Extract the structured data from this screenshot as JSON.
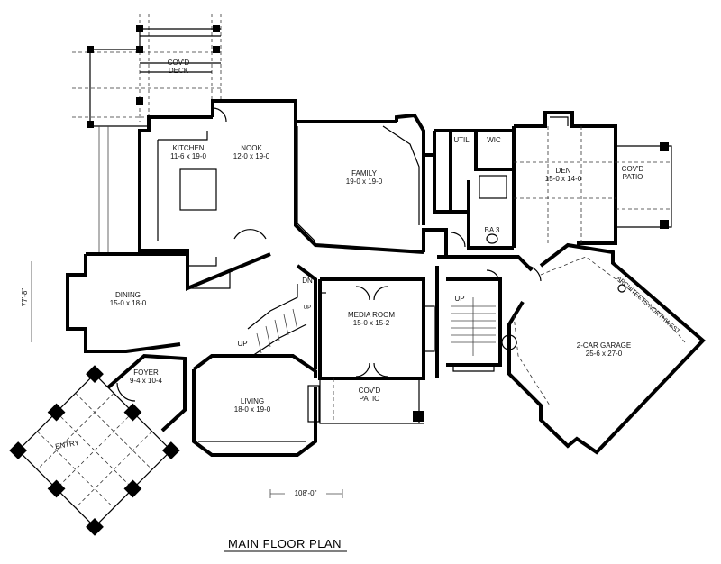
{
  "plan": {
    "title": "MAIN FLOOR PLAN",
    "width_dimension": "108'-0\"",
    "depth_dimension": "77'-8\"",
    "logo_text": "ARCHITECTS NORTHWEST",
    "rooms": [
      {
        "name": "COV'D",
        "name2": "DECK",
        "size": ""
      },
      {
        "name": "KITCHEN",
        "size": "11-6 x 19-0"
      },
      {
        "name": "NOOK",
        "size": "12-0 x 19-0"
      },
      {
        "name": "FAMILY",
        "size": "19-0 x 19-0"
      },
      {
        "name": "UTIL",
        "size": ""
      },
      {
        "name": "WIC",
        "size": ""
      },
      {
        "name": "DEN",
        "size": "15-0 x 14-0"
      },
      {
        "name": "COV'D",
        "name2": "PATIO",
        "size": ""
      },
      {
        "name": "BA 3",
        "size": ""
      },
      {
        "name": "DINING",
        "size": "15-0 x 18-0"
      },
      {
        "name": "MEDIA ROOM",
        "size": "15-0 x 15-2"
      },
      {
        "name": "2-CAR GARAGE",
        "size": "25-6 x 27-0"
      },
      {
        "name": "FOYER",
        "size": "9-4 x 10-4"
      },
      {
        "name": "LIVING",
        "size": "18-0 x 19-0"
      },
      {
        "name": "COV'D",
        "name2": "PATIO",
        "size": ""
      },
      {
        "name": "ENTRY",
        "size": ""
      }
    ],
    "stair_labels": [
      "DN",
      "UP",
      "UP",
      "UP"
    ]
  }
}
